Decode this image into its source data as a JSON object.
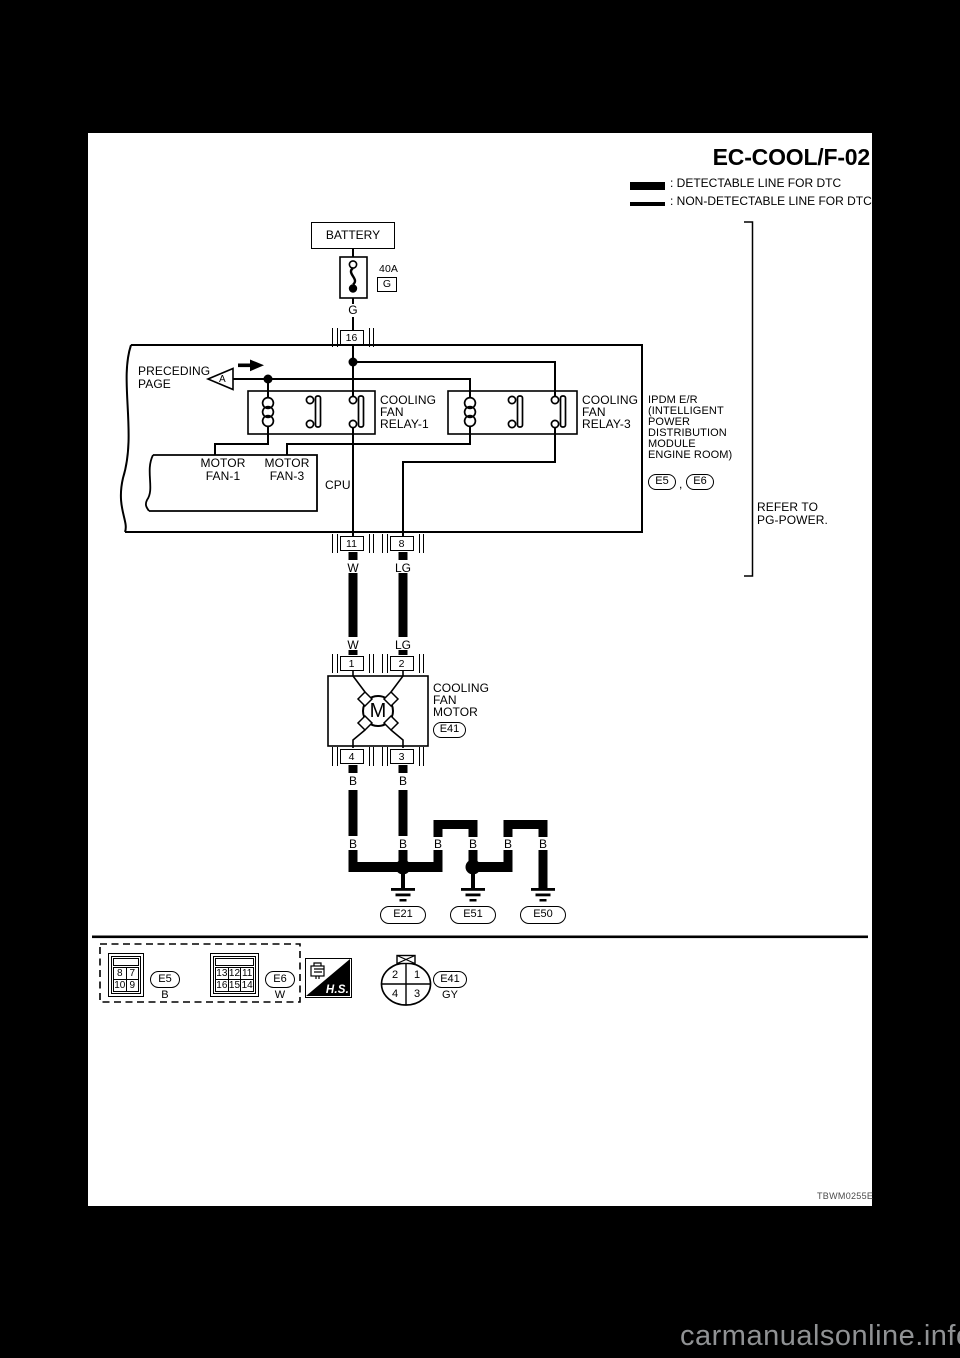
{
  "title": "EC-COOL/F-02",
  "legend": {
    "detectable": ": DETECTABLE LINE FOR DTC",
    "non_detectable": ": NON-DETECTABLE LINE FOR DTC"
  },
  "battery": {
    "label": "BATTERY"
  },
  "fuse": {
    "rating": "40A",
    "box_letter": "G",
    "wire_color": "G",
    "connector_pin": "16"
  },
  "preceding": {
    "line1": "PRECEDING",
    "line2": "PAGE",
    "arrow_letter": "A"
  },
  "ipdm": {
    "relay1": [
      "COOLING",
      "FAN",
      "RELAY-1"
    ],
    "relay3": [
      "COOLING",
      "FAN",
      "RELAY-3"
    ],
    "motor_fan1": [
      "MOTOR",
      "FAN-1"
    ],
    "motor_fan3": [
      "MOTOR",
      "FAN-3"
    ],
    "cpu": "CPU",
    "label_lines": [
      "IPDM E/R",
      "(INTELLIGENT",
      "POWER",
      "DISTRIBUTION",
      "MODULE",
      "ENGINE ROOM)"
    ],
    "connector_a": "E5",
    "separator": ",",
    "connector_b": "E6"
  },
  "refer": {
    "line1": "REFER TO",
    "line2": "PG-POWER."
  },
  "harness": {
    "conn11": "11",
    "conn8": "8",
    "wire_w": "W",
    "wire_lg": "LG",
    "wire_b": "B"
  },
  "motor": {
    "label_lines": [
      "COOLING",
      "FAN",
      "MOTOR"
    ],
    "connector": "E41",
    "letter": "M",
    "pin1": "1",
    "pin2": "2",
    "pin3": "3",
    "pin4": "4"
  },
  "grounds": {
    "g1": "E21",
    "g2": "E51",
    "g3": "E50"
  },
  "footer": {
    "e5": {
      "id": "E5",
      "color": "B",
      "pins": [
        "8",
        "7",
        "10",
        "9"
      ]
    },
    "e6": {
      "id": "E6",
      "color": "W",
      "pins": [
        "13",
        "12",
        "11",
        "16",
        "15",
        "14"
      ]
    },
    "hs": "H.S.",
    "e41": {
      "id": "E41",
      "color": "GY",
      "pins": [
        "2",
        "1",
        "4",
        "3"
      ]
    }
  },
  "doc_code": "TBWM0255E",
  "watermark": "carmanualsonline.info",
  "colors": {
    "page": "#ffffff",
    "background": "#000000",
    "line": "#000000",
    "watermark_gray": "#909294",
    "doc_code_gray": "#4a4a4a"
  }
}
